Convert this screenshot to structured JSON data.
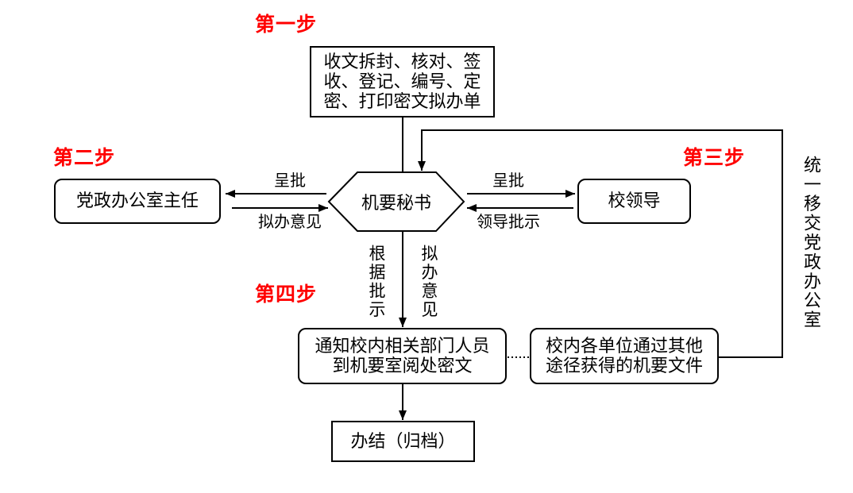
{
  "steps": {
    "step1": "第一步",
    "step2": "第二步",
    "step3": "第三步",
    "step4": "第四步"
  },
  "nodes": {
    "receive": {
      "lines": [
        "收文拆封、核对、签",
        "收、登记、编号、定",
        "密、打印密文拟办单"
      ]
    },
    "director": {
      "label": "党政办公室主任"
    },
    "secretary": {
      "label": "机要秘书"
    },
    "leader": {
      "label": "校领导"
    },
    "notify": {
      "lines": [
        "通知校内相关部门人员",
        "到机要室阅处密文"
      ]
    },
    "other": {
      "lines": [
        "校内各单位通过其他",
        "途径获得的机要文件"
      ]
    },
    "archive": {
      "label": "办结（归档）"
    }
  },
  "edges": {
    "to_director": "呈批",
    "from_director": "拟办意见",
    "to_leader": "呈批",
    "from_leader": "领导批示",
    "by_instruction": "根据批示",
    "proposed_opinion": "拟办意见",
    "transfer": "统一移交党政办公室"
  },
  "colors": {
    "step": "#ff0000",
    "line": "#000000",
    "background": "#ffffff"
  }
}
